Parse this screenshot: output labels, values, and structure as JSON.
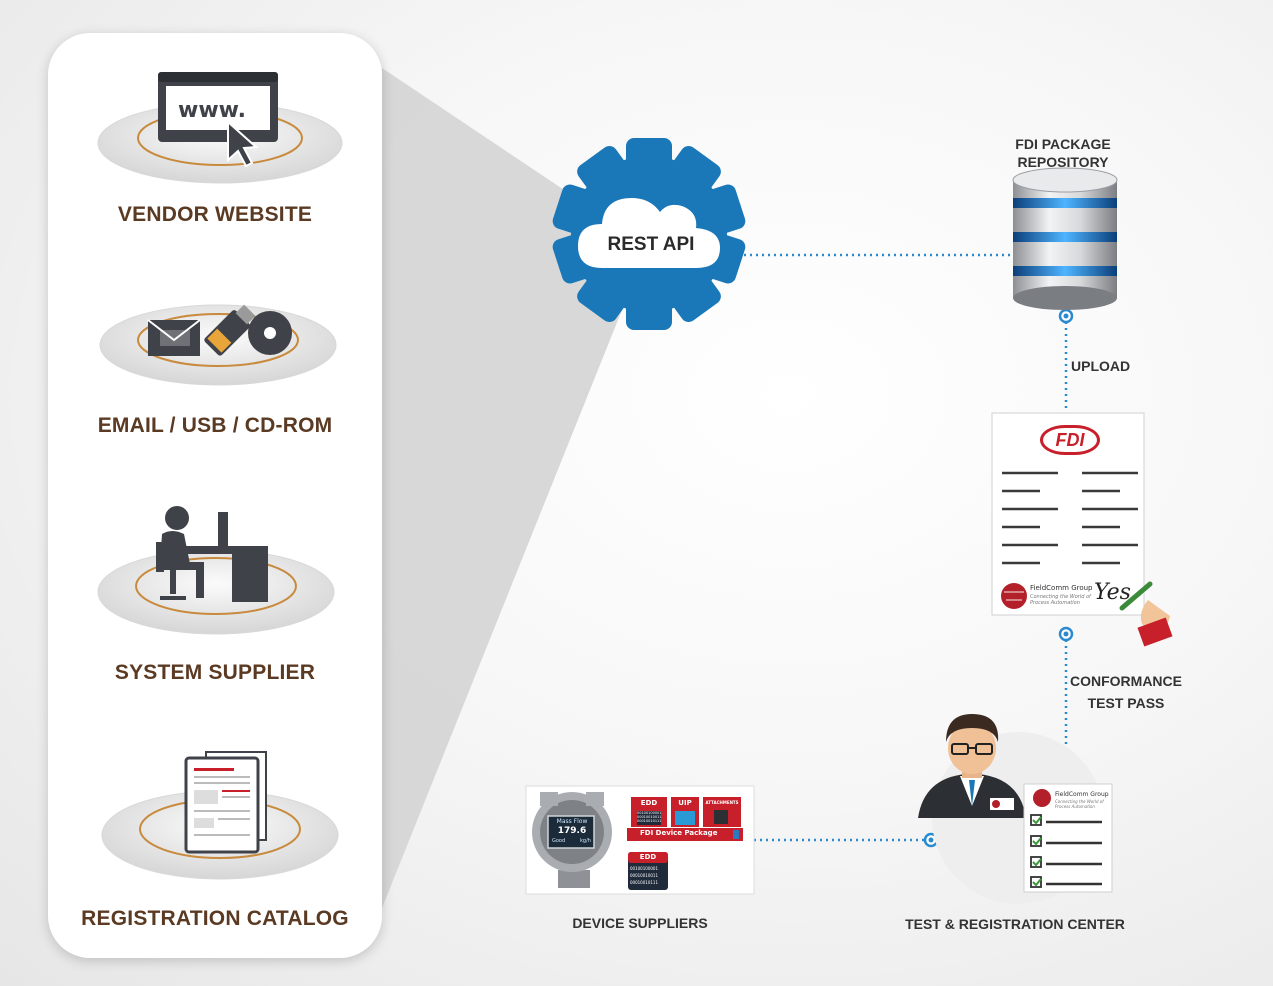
{
  "sources": [
    {
      "id": "vendor",
      "label": "VENDOR WEBSITE",
      "icon": "browser-cursor-icon",
      "icon_text": "www."
    },
    {
      "id": "media",
      "label": "EMAIL / USB / CD-ROM",
      "icon": "envelope-usb-cd-icon"
    },
    {
      "id": "system",
      "label": "SYSTEM SUPPLIER",
      "icon": "person-at-computer-icon"
    },
    {
      "id": "catalog",
      "label": "REGISTRATION CATALOG",
      "icon": "catalog-documents-icon"
    }
  ],
  "rest_api": {
    "label": "REST API",
    "icon": "cloud-gear-icon"
  },
  "repository": {
    "line1": "FDI PACKAGE",
    "line2": "REPOSITORY",
    "icon": "database-icon"
  },
  "upload_label": "UPLOAD",
  "certificate": {
    "logo_text": "FDI",
    "org_name": "FieldComm Group",
    "tagline1": "Connecting the World of",
    "tagline2": "Process Automation",
    "signature_text": "Yes"
  },
  "conformance": {
    "line1": "CONFORMANCE",
    "line2": "TEST PASS"
  },
  "device_suppliers": {
    "label": "DEVICE SUPPLIERS",
    "display_title": "Mass Flow",
    "display_value": "179.6",
    "display_status": "Good",
    "display_unit": "kg/h",
    "package_label": "FDI Device Package",
    "blocks": [
      "EDD",
      "UIP",
      "ATTACHMENTS"
    ],
    "edd_label": "EDD",
    "bits": [
      "00100100001",
      "00010010011",
      "00010010111"
    ]
  },
  "test_center": {
    "label": "TEST & REGISTRATION CENTER",
    "org_name": "FieldComm Group",
    "tagline1": "Connecting the World of",
    "tagline2": "Process Automation"
  },
  "colors": {
    "accent_blue": "#1a78b9",
    "label_brown": "#5b3a23",
    "cert_red": "#c8202a",
    "dotted_line": "#2a8ad0"
  }
}
